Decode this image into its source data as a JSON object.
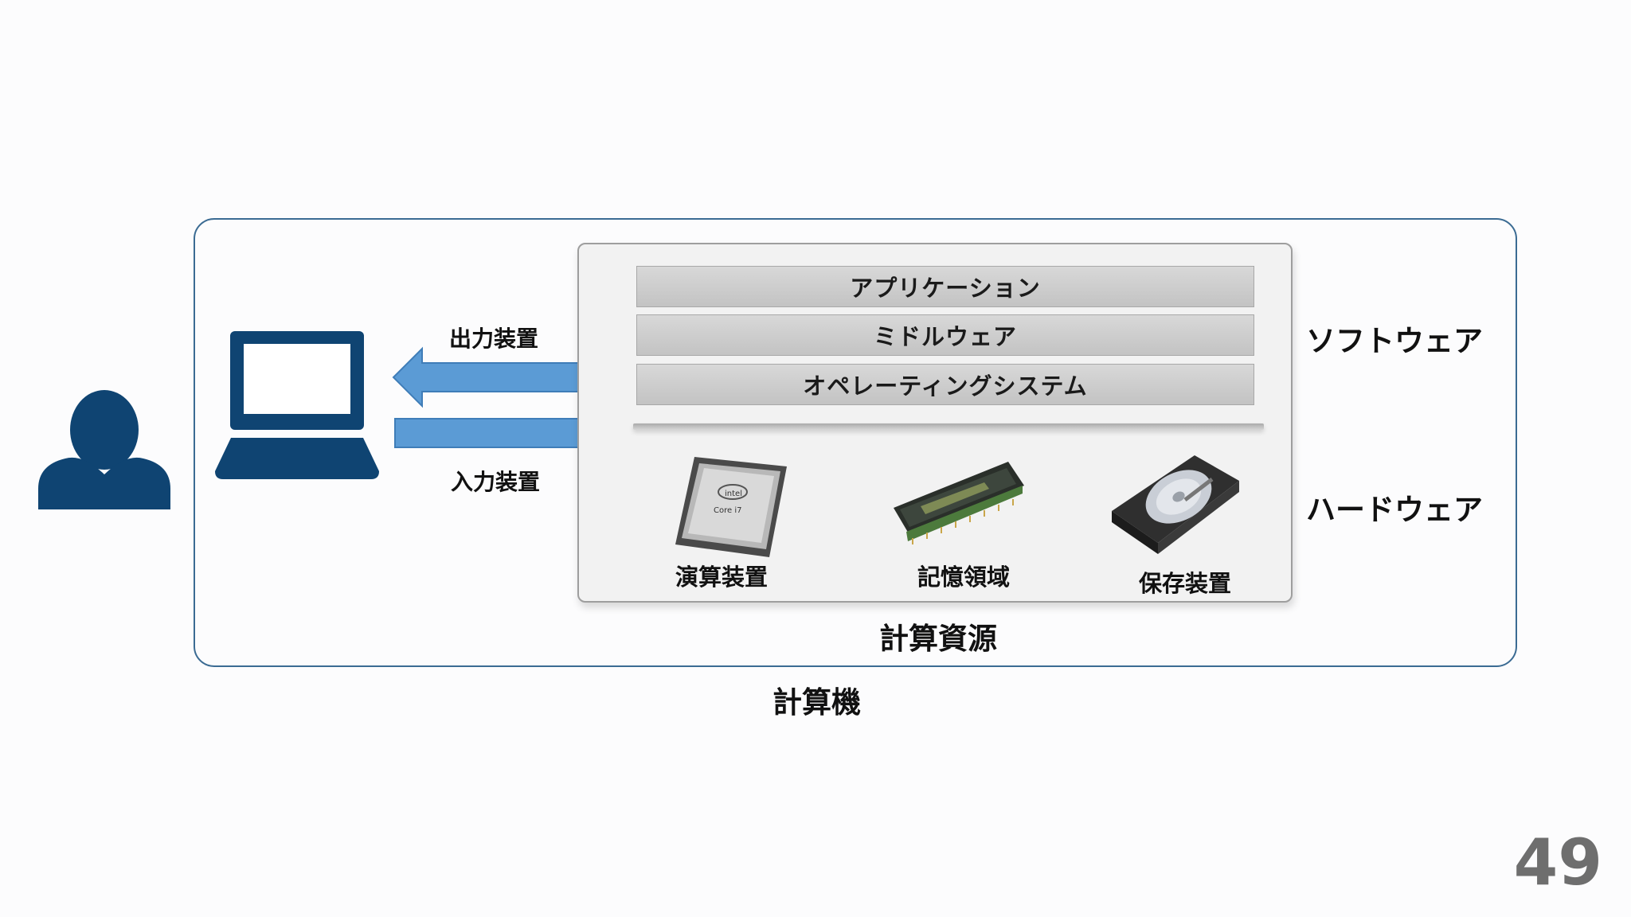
{
  "diagram": {
    "outer_label": "計算機",
    "resource_label": "計算資源",
    "software_label": "ソフトウェア",
    "hardware_label": "ハードウェア",
    "layers": [
      {
        "label": "アプリケーション"
      },
      {
        "label": "ミドルウェア"
      },
      {
        "label": "オペレーティングシステム"
      }
    ],
    "hardware": [
      {
        "label": "演算装置",
        "icon": "cpu-icon"
      },
      {
        "label": "記憶領域",
        "icon": "memory-icon"
      },
      {
        "label": "保存装置",
        "icon": "hard-disk-icon"
      }
    ],
    "io": {
      "output_label": "出力装置",
      "input_label": "入力装置"
    },
    "colors": {
      "accent": "#5b9bd5",
      "icon_navy": "#0f4472",
      "border": "#3b6b93"
    }
  },
  "page_number": "49"
}
